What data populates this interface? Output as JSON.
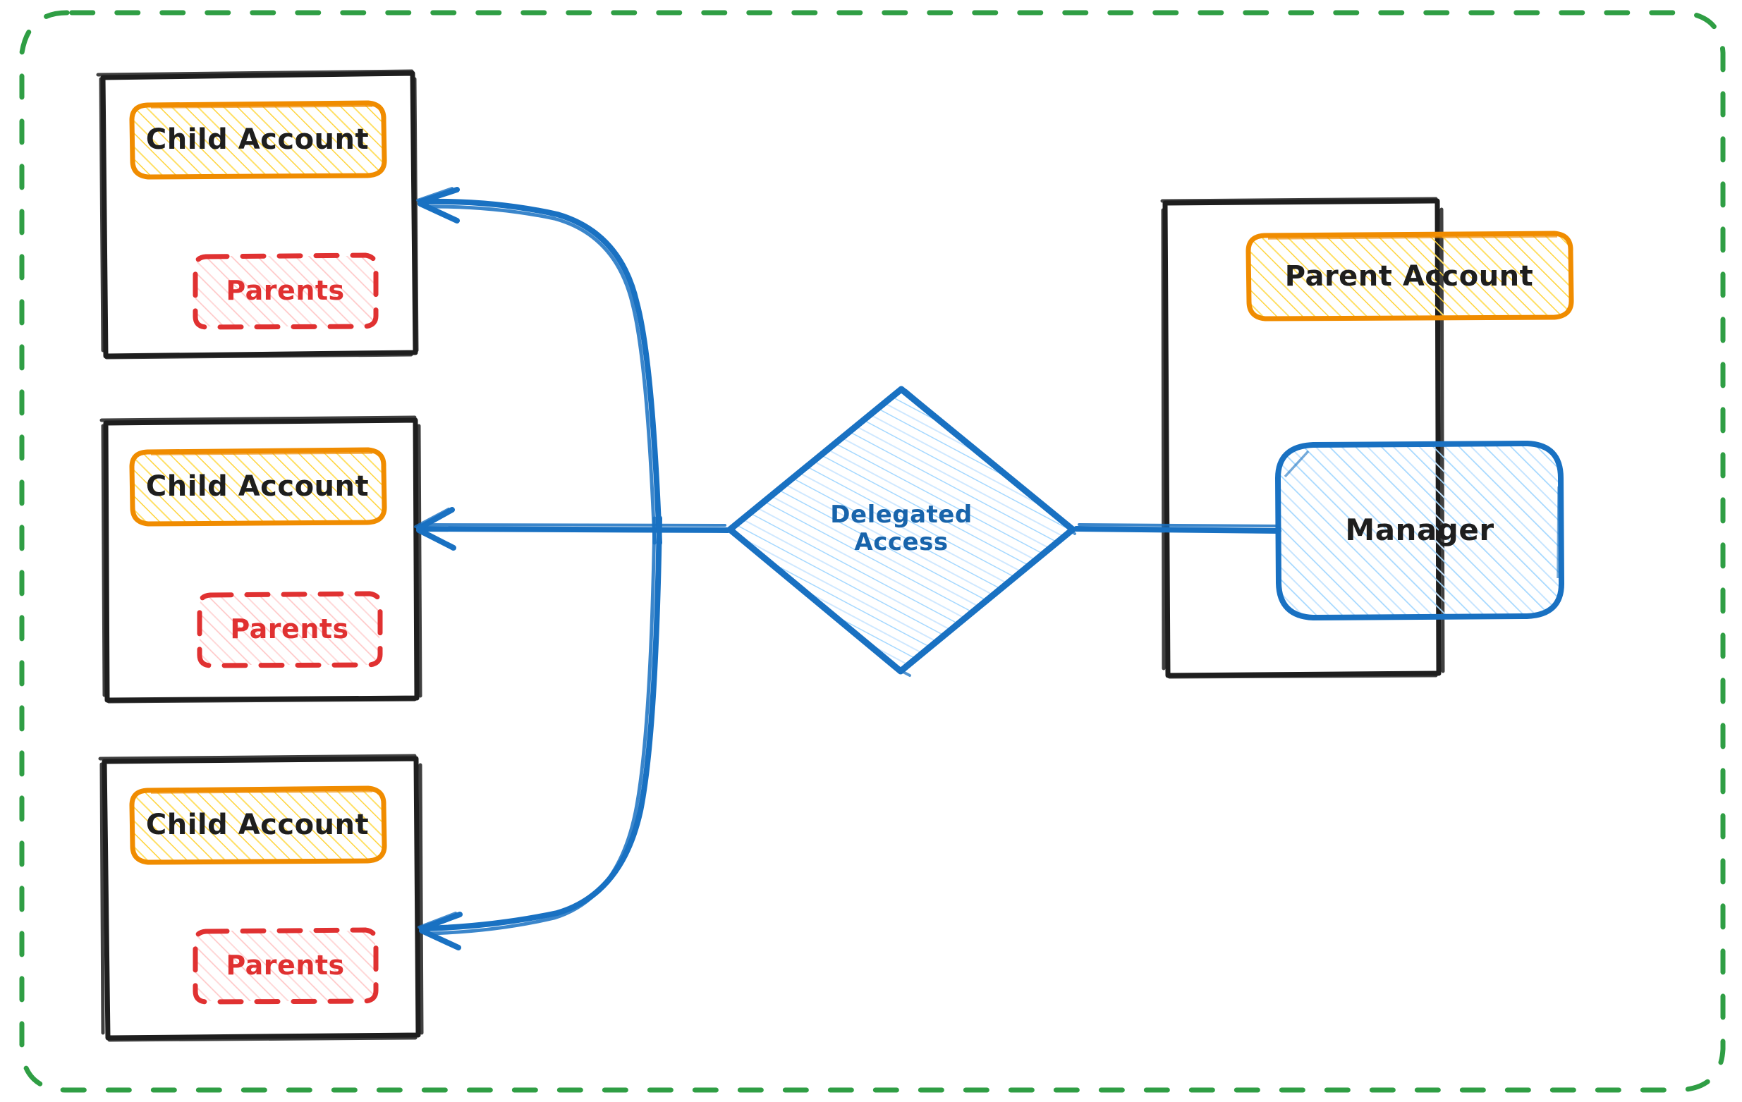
{
  "diagram": {
    "title": "Delegated Access between Parent Account and Child Accounts",
    "style": "hand-drawn sketch (excalidraw)",
    "colors": {
      "boundary_green": "#2f9e44",
      "container_black": "#1e1e1e",
      "account_border_orange": "#f08c00",
      "account_fill_yellow": "#ffd43b",
      "parents_border_red": "#e03131",
      "parents_fill_red": "#ffc9c9",
      "link_blue": "#1971c2",
      "node_fill_blue": "#a5d8ff",
      "delegated_text_blue": "#1864ab",
      "text_black": "#1e1e1e",
      "background": "#ffffff"
    },
    "boundary": {
      "name": "outer-boundary",
      "stroke": "#2f9e44",
      "style": "dashed",
      "rounded": true
    },
    "child_accounts": [
      {
        "container_name": "child-account-container-1",
        "account_label": "Child Account",
        "parents_label": "Parents"
      },
      {
        "container_name": "child-account-container-2",
        "account_label": "Child Account",
        "parents_label": "Parents"
      },
      {
        "container_name": "child-account-container-3",
        "account_label": "Child Account",
        "parents_label": "Parents"
      }
    ],
    "parent_account_container": {
      "container_name": "parent-account-container",
      "account_label": "Parent Account",
      "manager_label": "Manager"
    },
    "delegated_access": {
      "label": "Delegated Access",
      "shape": "diamond"
    },
    "connections": [
      {
        "name": "manager-to-delegated-access",
        "from": "Manager",
        "to": "Delegated Access",
        "arrow": false
      },
      {
        "name": "delegated-access-to-child-1",
        "from": "Delegated Access",
        "to": "Child Account 1",
        "arrow": true
      },
      {
        "name": "delegated-access-to-child-2",
        "from": "Delegated Access",
        "to": "Child Account 2",
        "arrow": true
      },
      {
        "name": "delegated-access-to-child-3",
        "from": "Delegated Access",
        "to": "Child Account 3",
        "arrow": true
      }
    ]
  }
}
